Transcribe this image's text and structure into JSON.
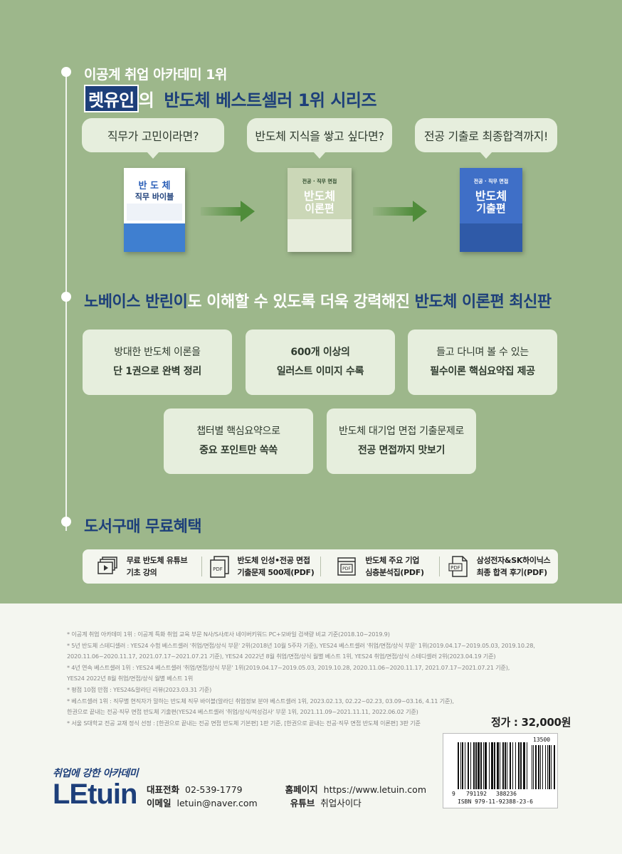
{
  "header": {
    "tagline": "이공계 취업 아카데미 1위",
    "brand": "렛유인",
    "brand_suffix": "의",
    "title": "반도체 베스트셀러 1위 시리즈"
  },
  "series": [
    {
      "question": "직무가 고민이라면?",
      "book_top": "반 도 체",
      "book_title": "직무 바이블"
    },
    {
      "question": "반도체 지식을 쌓고 싶다면?",
      "book_top": "전공 · 직무 면접",
      "book_title": "반도체",
      "book_sub": "이론편"
    },
    {
      "question": "전공 기출로 최종합격까지!",
      "book_top": "전공 · 직무 면접",
      "book_title": "반도체",
      "book_sub": "기출편"
    }
  ],
  "features_headline": {
    "part1": "노베이스 반린이",
    "part2": "도 이해할 수 있도록 더욱 강력해진 ",
    "part3": "반도체 이론편 최신판"
  },
  "features": [
    {
      "line1": "방대한 반도체 이론을",
      "line2": "단 1권으로 완벽 정리"
    },
    {
      "line1": "600개 이상의",
      "line2": "일러스트 이미지 수록"
    },
    {
      "line1": "들고 다니며 볼 수 있는",
      "line2": "필수이론 핵심요약집 제공"
    },
    {
      "line1": "챕터별 핵심요약으로",
      "line2": "중요 포인트만 쏙쏙"
    },
    {
      "line1": "반도체 대기업 면접 기출문제로",
      "line2": "전공 면접까지 맛보기"
    }
  ],
  "benefits": {
    "title": "도서구매 무료혜택",
    "items": [
      {
        "icon": "video-play-icon",
        "line1": "무료 반도체 유튜브",
        "line2": "기초 강의"
      },
      {
        "icon": "pdf-document-icon",
        "line1": "반도체 인성•전공 면접",
        "line2": "기출문제 500제(PDF)"
      },
      {
        "icon": "pdf-folder-icon",
        "line1": "반도체 주요 기업",
        "line2": "심층분석집(PDF)"
      },
      {
        "icon": "pdf-file-icon",
        "line1": "삼성전자&SK하이닉스",
        "line2": "최종 합격 후기(PDF)"
      }
    ]
  },
  "notes": [
    "* 이공계 취업 아카데미 1위 : 이공계 특화 취업 교육 부문 N사/S사/E사 네이버키워드 PC+모바일 검색량 비교 기준(2018.10~2019.9)",
    "* 5년 반도체 스테디셀러 : YES24 수험 베스트셀러 '취업/면접/상식 부문' 2위(2018년 10월 5주차 기준), YES24 베스트셀러 '취업/면접/상식 부문' 1위(2019.04.17~2019.05.03, 2019.10.28,",
    "   2020.11.06~2020.11.17, 2021.07.17~2021.07.21 기준), YES24 2022년 8월 취업/면접/상식 월별 베스트 1위, YES24 취업/면접/상식 스테디셀러 2위(2023.04.19 기준)",
    "* 4년 연속 베스트셀러 1위 : YES24 베스트셀러 '취업/면접/상식 부문' 1위(2019.04.17~2019.05.03, 2019.10.28, 2020.11.06~2020.11.17, 2021.07.17~2021.07.21 기준),",
    "   YES24 2022년 8월 취업/면접/상식 월별 베스트 1위",
    "* 평점 10점 만점 : YES24&알라딘 리뷰(2023.03.31 기준)",
    "* 베스트셀러 1위 : 직무별 현직자가 말하는 반도체 직무 바이블(알라딘 취업정보 분야 베스트셀러 1위, 2023.02.13, 02.22~02.23, 03.09~03.16, 4.11 기준),",
    "   한권으로 끝내는 전공·직무 면접 반도체 기출편(YES24 베스트셀러 '취업/상식/적성검사' 부문 1위, 2021.11.09~2021.11.11, 2022.06.02 기준)",
    "* 서울 S대학교 전공 교재 정식 선정 : [한권으로 끝내는 전공 면접 반도체 기본편] 1판 기준, [한권으로 끝내는 전공·직무 면접 반도체 이론편] 3판 기준"
  ],
  "price": "정가 : 32,000원",
  "barcode": {
    "addon": "13500",
    "digit_lead": "9",
    "group1": "791192",
    "group2": "388236",
    "isbn": "ISBN 979-11-92388-23-6"
  },
  "publisher": {
    "script": "취업에 강한 아카데미",
    "name": "LEtuin",
    "contact": [
      {
        "label": "대표전화",
        "value": "02-539-1779",
        "label2": "홈페이지",
        "value2": "https://www.letuin.com"
      },
      {
        "label": "이메일",
        "value": "letuin@naver.com",
        "label2": "유튜브",
        "value2": "취업사이다"
      }
    ]
  }
}
